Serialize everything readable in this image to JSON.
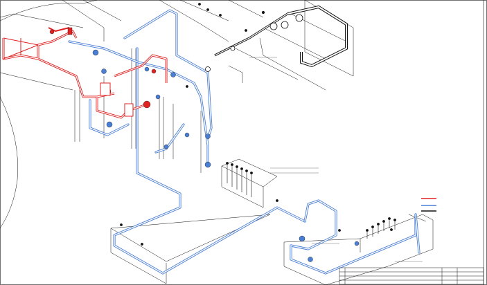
{
  "colors": {
    "blue_pipe": "#4a7fd6",
    "red_pipe": "#e02222",
    "line": "#111111",
    "background": "#ffffff"
  },
  "legend": {
    "items": [
      {
        "name": "red-line",
        "color": "#e02222",
        "label": ""
      },
      {
        "name": "blue-line",
        "color": "#4a7fd6",
        "label": ""
      },
      {
        "name": "black-line",
        "color": "#111111",
        "label": ""
      }
    ]
  },
  "title_block": {
    "rows": [
      {
        "rev": "",
        "desc": "",
        "date": "",
        "by": ""
      },
      {
        "rev": "",
        "desc": "",
        "date": "",
        "by": ""
      },
      {
        "rev": "",
        "desc": "",
        "date": "",
        "by": ""
      },
      {
        "rev": "",
        "desc": "",
        "date": "",
        "by": ""
      }
    ]
  },
  "icons": {
    "valve": "valve-icon",
    "flange": "flange-icon",
    "pump": "pump-icon",
    "gauge": "gauge-icon"
  }
}
